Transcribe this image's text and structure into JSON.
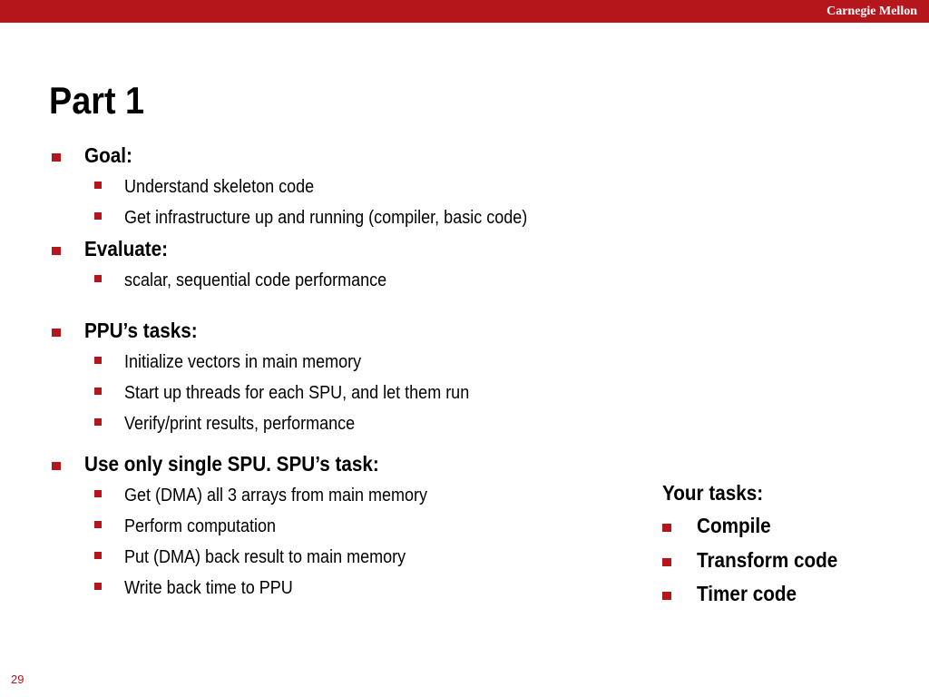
{
  "header": {
    "brand": "Carnegie Mellon"
  },
  "slide": {
    "title": "Part 1",
    "page_number": "29"
  },
  "main": {
    "goal": {
      "label": "Goal:",
      "items": [
        "Understand skeleton code",
        "Get infrastructure up and running (compiler, basic code)"
      ]
    },
    "evaluate": {
      "label": "Evaluate:",
      "items": [
        "scalar, sequential code performance"
      ]
    },
    "ppu": {
      "label": "PPU’s tasks:",
      "items": [
        "Initialize vectors in main memory",
        "Start up threads for each SPU, and let them run",
        "Verify/print results, performance"
      ]
    },
    "spu": {
      "label": "Use only single SPU. SPU’s task:",
      "items": [
        "Get (DMA) all 3 arrays from main memory",
        "Perform computation",
        "Put (DMA) back result to main memory",
        "Write back time to PPU"
      ]
    }
  },
  "side": {
    "heading": "Your tasks:",
    "items": [
      "Compile",
      "Transform code",
      "Timer code"
    ]
  },
  "colors": {
    "brand_red": "#b5161b",
    "text": "#000000",
    "background": "#ffffff"
  }
}
